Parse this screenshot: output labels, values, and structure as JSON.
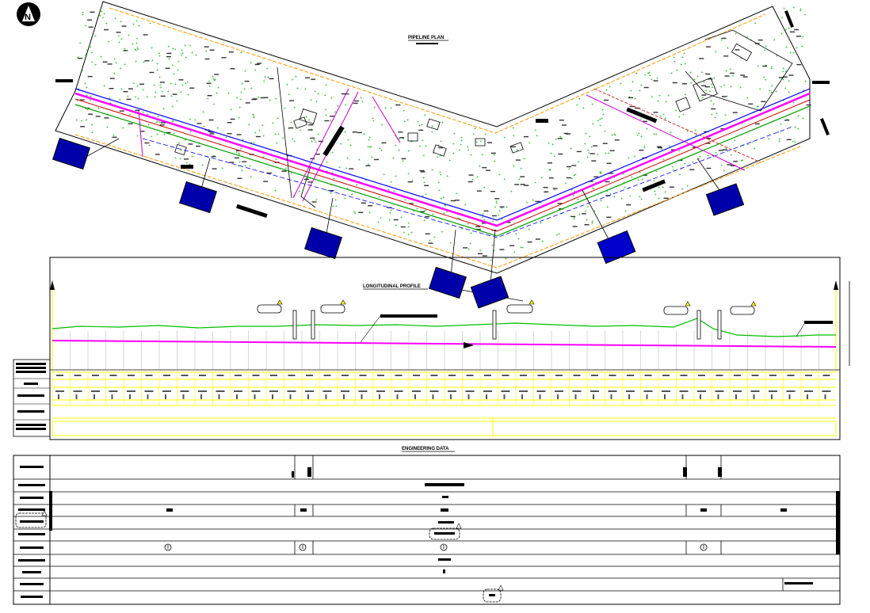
{
  "titles": {
    "plan": "PIPELINE PLAN",
    "profile": "LONGITUDINAL PROFILE",
    "engineering": "ENGINEERING DATA"
  },
  "north_arrow": "N",
  "colors": {
    "pipeline": "#ff00ff",
    "ground": "#00c000",
    "boundary": "#ff9900",
    "water": "#0000ff",
    "road": "#cc0000",
    "grid": "#ffff00",
    "tree_marker": "#00b000",
    "callout": "#0000cc"
  },
  "icons": [
    "north-arrow-icon",
    "tree-marker-icon",
    "marker-post-icon",
    "revision-triangle-icon",
    "valve-symbol-icon"
  ]
}
